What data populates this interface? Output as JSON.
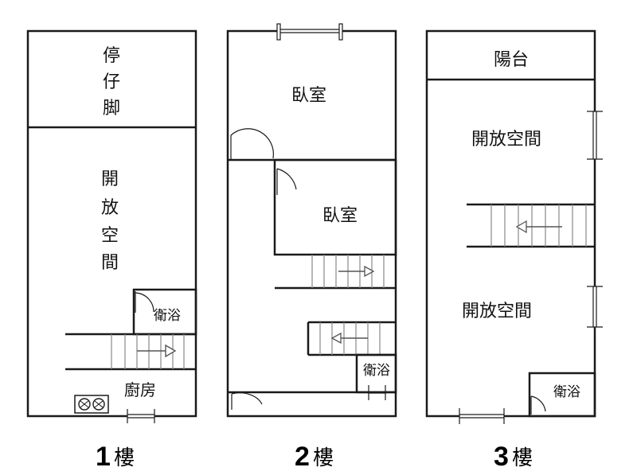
{
  "floors": [
    {
      "label_num": "1",
      "label_suffix": "樓",
      "rooms": {
        "parking": [
          "停",
          "仔",
          "脚"
        ],
        "open_space": [
          "開",
          "放",
          "空",
          "間"
        ],
        "bathroom": "衛浴",
        "kitchen": "廚房"
      }
    },
    {
      "label_num": "2",
      "label_suffix": "樓",
      "rooms": {
        "bedroom_1": "臥室",
        "bedroom_2": "臥室",
        "bathroom": "衛浴"
      }
    },
    {
      "label_num": "3",
      "label_suffix": "樓",
      "rooms": {
        "balcony": "陽台",
        "open_space_upper": "開放空間",
        "open_space_lower": "開放空間",
        "bathroom": "衛浴"
      }
    }
  ]
}
